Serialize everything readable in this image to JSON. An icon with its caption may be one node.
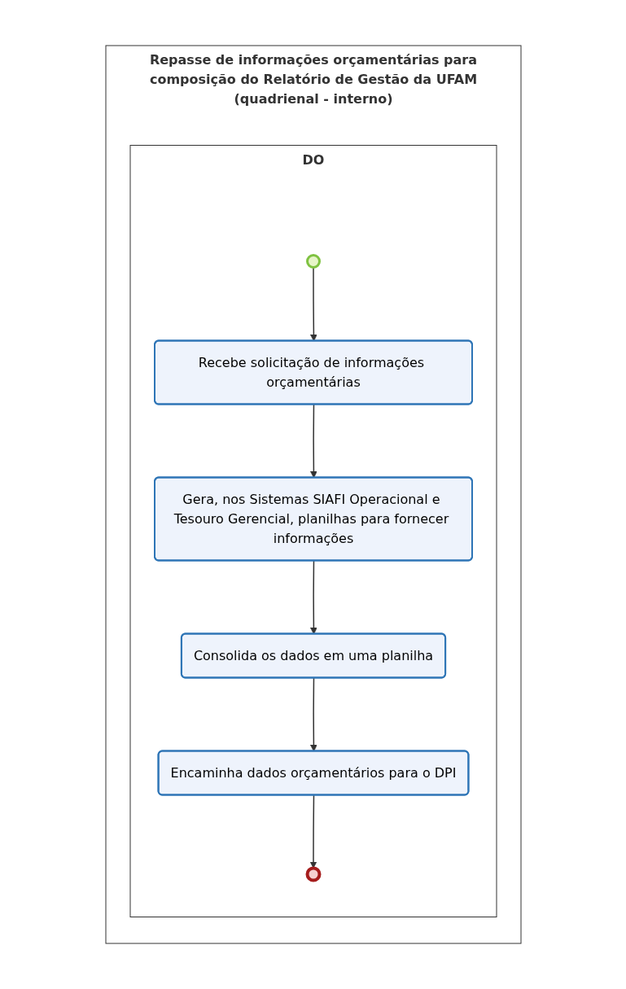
{
  "diagram": {
    "nodes": [
      {
        "text": [
          "Repasse de informações orçamentárias para composição do Relatório de Gestão da UFAM (quadrienal - interno)"
        ]
      },
      {
        "text": [
          "DO"
        ],
        "in": 0
      },
      {
        "text": [],
        "shape": "circle",
        "in": 1
      },
      {
        "text": [
          "Recebe solicitação de informações orçamentárias"
        ],
        "in": 1
      },
      {
        "text": [
          "Gera, nos Sistemas SIAFI Operacional e Tesouro Gerencial, planilhas para fornecer informações"
        ],
        "in": 1
      },
      {
        "text": [
          "Consolida os dados em uma planilha"
        ],
        "in": 1
      },
      {
        "text": [
          "Encaminha dados orçamentários para o DPI"
        ],
        "in": 1
      },
      {
        "text": [],
        "shape": "circle",
        "in": 1
      }
    ],
    "edges": [
      {
        "from": 2,
        "to": 3,
        "arrow": "to"
      },
      {
        "from": 3,
        "to": 4,
        "arrow": "to"
      },
      {
        "from": 4,
        "to": 5,
        "arrow": "to"
      },
      {
        "from": 5,
        "to": 6,
        "arrow": "to"
      },
      {
        "from": 6,
        "to": 7,
        "arrow": "to"
      }
    ]
  }
}
